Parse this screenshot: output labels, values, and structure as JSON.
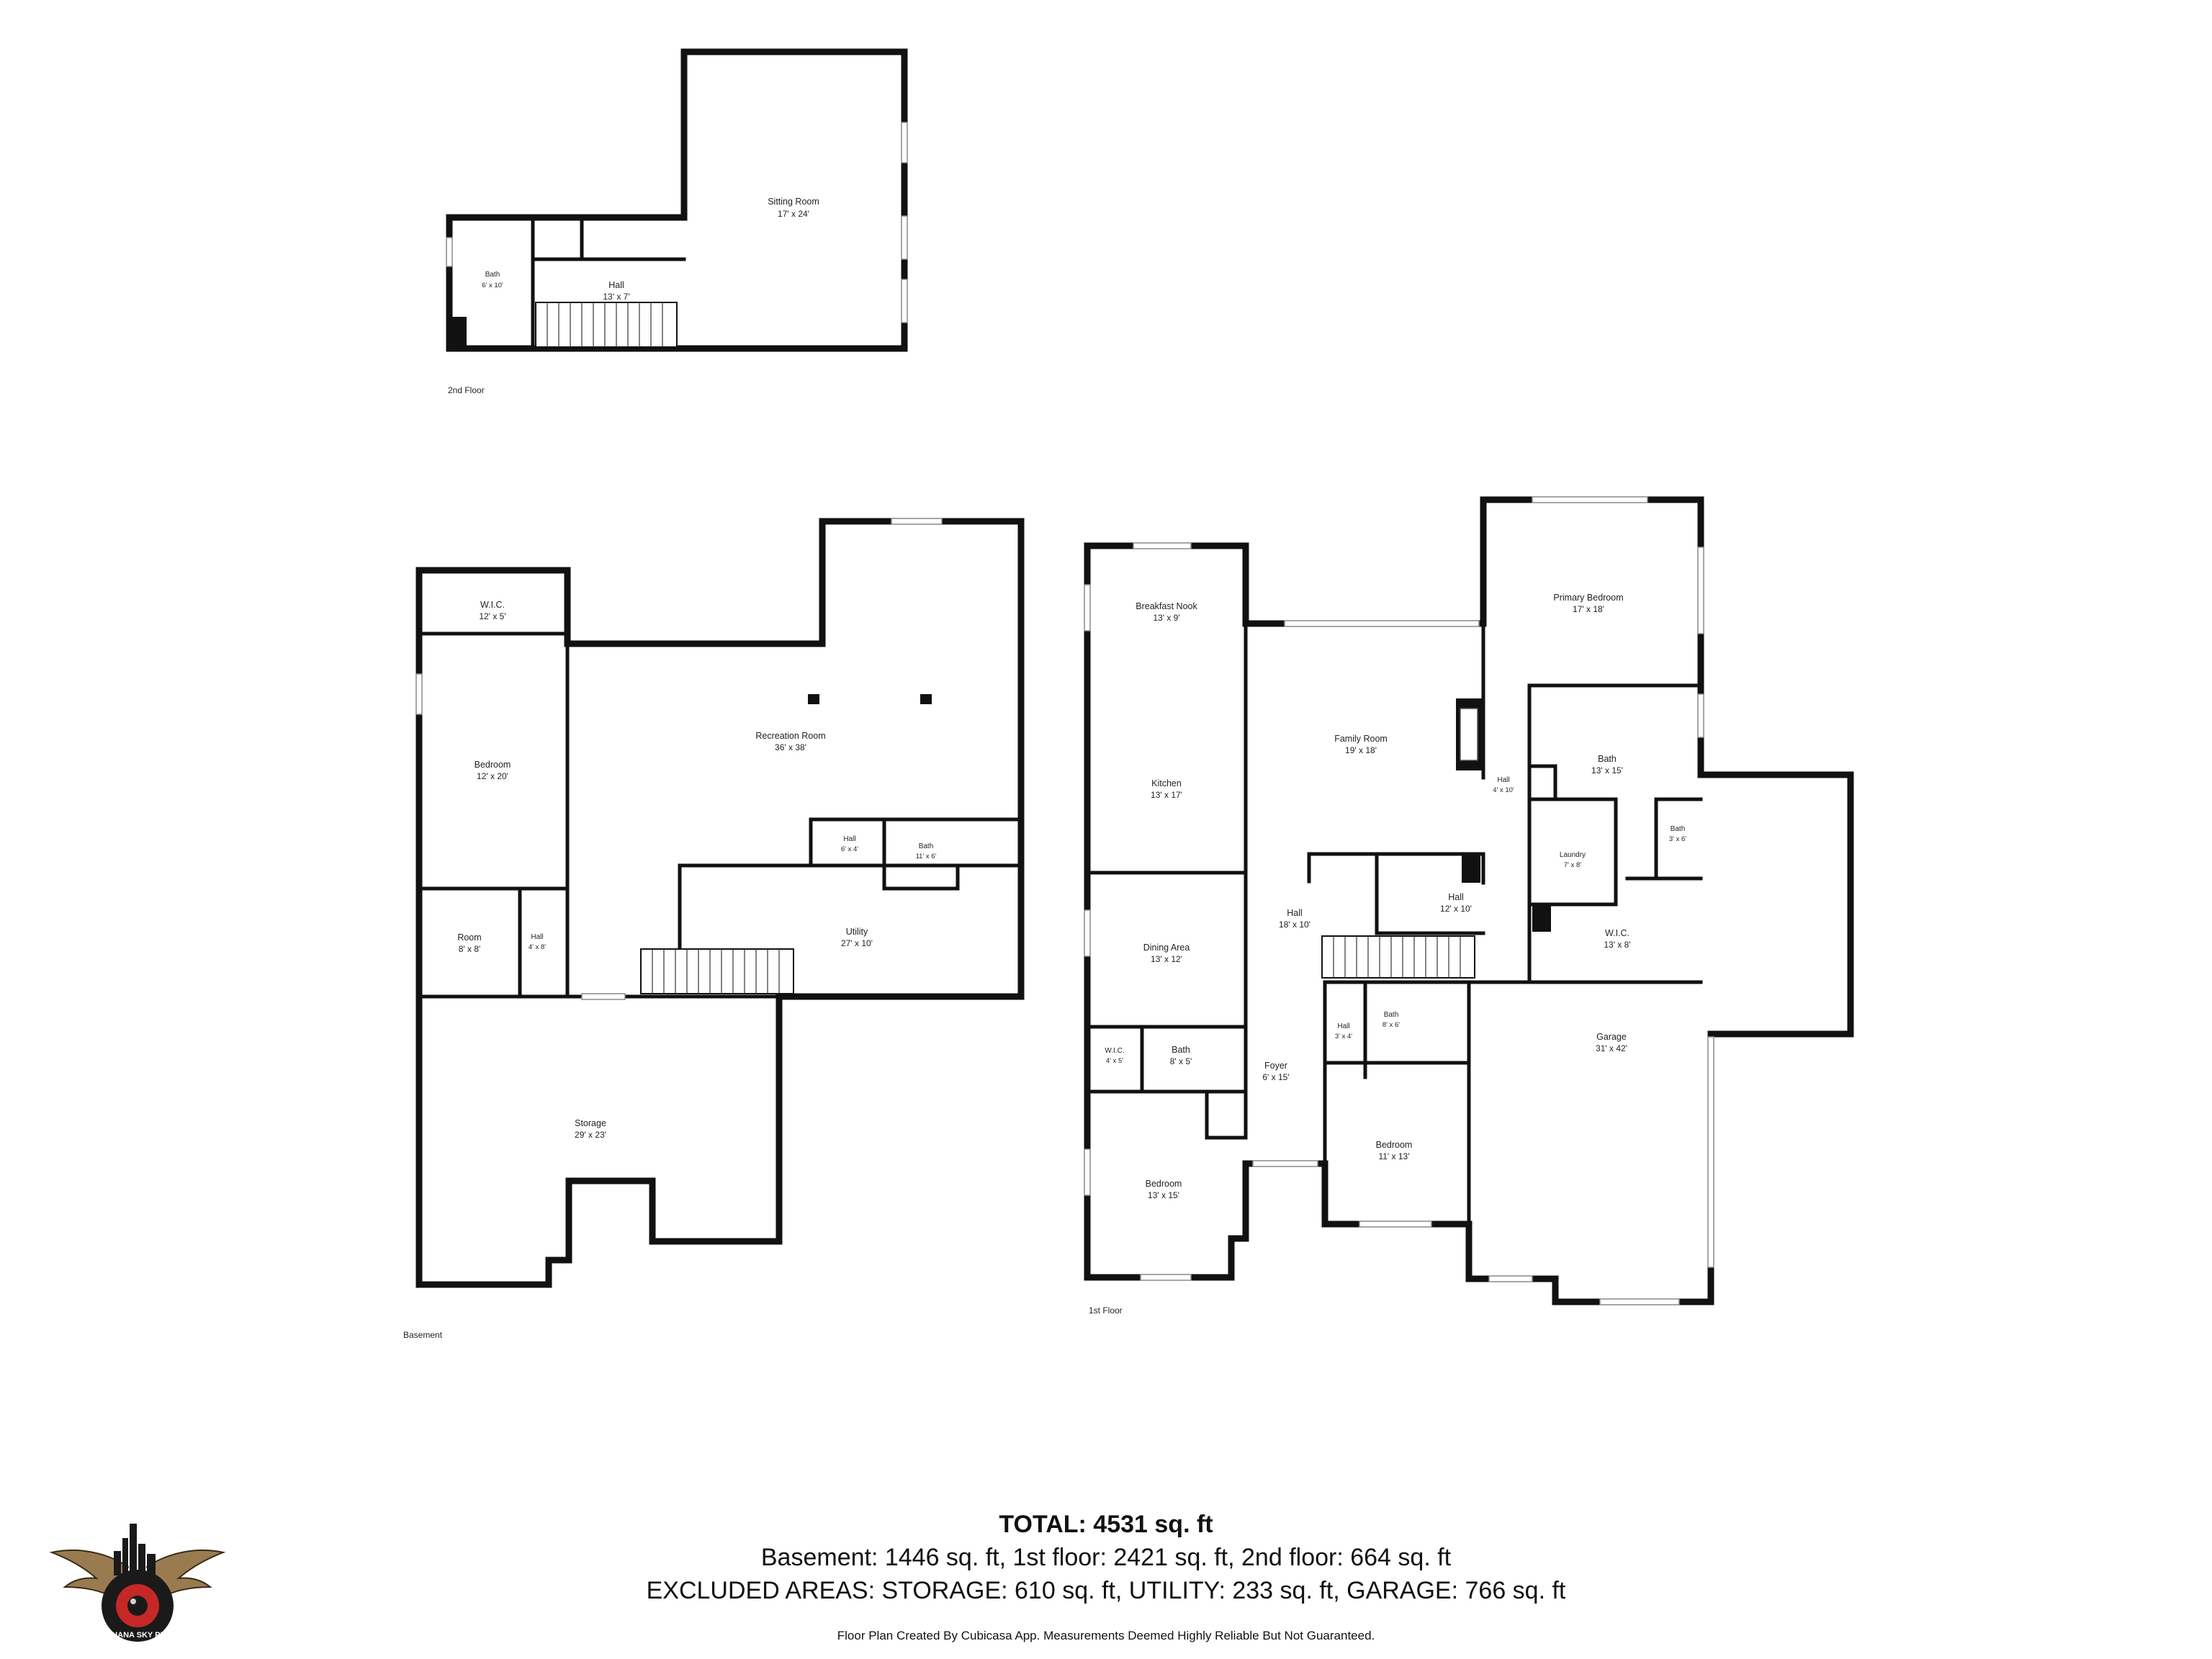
{
  "floors": {
    "second": {
      "label": "2nd Floor",
      "rooms": [
        {
          "id": "sitting-room",
          "name": "Sitting Room",
          "dims": "17' x 24'"
        },
        {
          "id": "bath",
          "name": "Bath",
          "dims": "6' x 10'"
        },
        {
          "id": "hall",
          "name": "Hall",
          "dims": "13' x 7'"
        }
      ]
    },
    "basement": {
      "label": "Basement",
      "rooms": [
        {
          "id": "wic",
          "name": "W.I.C.",
          "dims": "12' x 5'"
        },
        {
          "id": "bedroom",
          "name": "Bedroom",
          "dims": "12' x 20'"
        },
        {
          "id": "recreation-room",
          "name": "Recreation Room",
          "dims": "36' x 38'"
        },
        {
          "id": "hall-a",
          "name": "Hall",
          "dims": "6' x 4'"
        },
        {
          "id": "bath",
          "name": "Bath",
          "dims": "11' x 6'"
        },
        {
          "id": "utility",
          "name": "Utility",
          "dims": "27' x 10'"
        },
        {
          "id": "room",
          "name": "Room",
          "dims": "8' x 8'"
        },
        {
          "id": "hall-b",
          "name": "Hall",
          "dims": "4' x 8'"
        },
        {
          "id": "storage",
          "name": "Storage",
          "dims": "29' x 23'"
        }
      ]
    },
    "first": {
      "label": "1st Floor",
      "rooms": [
        {
          "id": "breakfast-nook",
          "name": "Breakfast Nook",
          "dims": "13' x 9'"
        },
        {
          "id": "kitchen",
          "name": "Kitchen",
          "dims": "13' x 17'"
        },
        {
          "id": "family-room",
          "name": "Family Room",
          "dims": "19' x 18'"
        },
        {
          "id": "primary-bedroom",
          "name": "Primary Bedroom",
          "dims": "17' x 18'"
        },
        {
          "id": "hall-a",
          "name": "Hall",
          "dims": "4' x 10'"
        },
        {
          "id": "primary-bath",
          "name": "Bath",
          "dims": "13' x 15'"
        },
        {
          "id": "laundry",
          "name": "Laundry",
          "dims": "7' x 8'"
        },
        {
          "id": "small-bath",
          "name": "Bath",
          "dims": "3' x 6'"
        },
        {
          "id": "hall-b",
          "name": "Hall",
          "dims": "12' x 10'"
        },
        {
          "id": "wic",
          "name": "W.I.C.",
          "dims": "13' x 8'"
        },
        {
          "id": "dining-area",
          "name": "Dining Area",
          "dims": "13' x 12'"
        },
        {
          "id": "hall-c",
          "name": "Hall",
          "dims": "18' x 10'"
        },
        {
          "id": "wic-small",
          "name": "W.I.C.",
          "dims": "4' x 5'"
        },
        {
          "id": "bath-b",
          "name": "Bath",
          "dims": "8' x 5'"
        },
        {
          "id": "foyer",
          "name": "Foyer",
          "dims": "6' x 15'"
        },
        {
          "id": "hall-d",
          "name": "Hall",
          "dims": "3' x 4'"
        },
        {
          "id": "bath-c",
          "name": "Bath",
          "dims": "8' x 6'"
        },
        {
          "id": "bedroom-b",
          "name": "Bedroom",
          "dims": "11' x 13'"
        },
        {
          "id": "bedroom-a",
          "name": "Bedroom",
          "dims": "13' x 15'"
        },
        {
          "id": "garage",
          "name": "Garage",
          "dims": "31' x 42'"
        }
      ]
    }
  },
  "summary": {
    "total": "TOTAL: 4531 sq. ft",
    "floors_line": "Basement: 1446 sq. ft, 1st floor: 2421 sq. ft, 2nd floor: 664 sq. ft",
    "excluded_line": "EXCLUDED AREAS: STORAGE: 610 sq. ft, UTILITY: 233 sq. ft, GARAGE: 766 sq. ft",
    "disclaimer": "Floor Plan Created By Cubicasa App. Measurements Deemed Highly Reliable But Not Guaranteed."
  },
  "logo": {
    "text": "INDIANA SKY PICS",
    "colors": {
      "ring": "#1a1a1a",
      "lens": "#c62828",
      "wing": "#9a7b4f"
    }
  },
  "colors": {
    "wall": "#111111",
    "window": "#8a8a8a",
    "background": "#ffffff"
  }
}
